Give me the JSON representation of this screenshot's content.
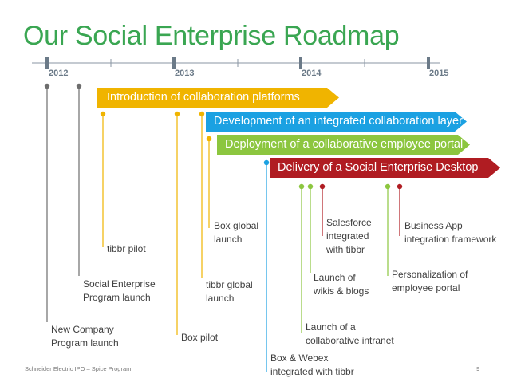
{
  "title": "Our Social Enterprise Roadmap",
  "years": [
    "2012",
    "2013",
    "2014",
    "2015"
  ],
  "banners": [
    "Introduction of collaboration platforms",
    "Development of an integrated collaboration layer",
    "Deployment of a collaborative employee portal",
    "Delivery of a Social Enterprise Desktop"
  ],
  "milestones": [
    {
      "lines": [
        "New Company",
        "Program launch"
      ],
      "color": "#6d6d6d"
    },
    {
      "lines": [
        "Social Enterprise",
        "Program launch"
      ],
      "color": "#6d6d6d"
    },
    {
      "lines": [
        "tibbr pilot"
      ],
      "color": "#f0b400"
    },
    {
      "lines": [
        "Box pilot"
      ],
      "color": "#f0b400"
    },
    {
      "lines": [
        "tibbr global",
        "launch"
      ],
      "color": "#f0b400"
    },
    {
      "lines": [
        "Box global",
        "launch"
      ],
      "color": "#f0b400"
    },
    {
      "lines": [
        "Box & Webex",
        "integrated with tibbr"
      ],
      "color": "#1ba1e2"
    },
    {
      "lines": [
        "Launch of a",
        "collaborative intranet"
      ],
      "color": "#8cc63f"
    },
    {
      "lines": [
        "Launch of",
        "wikis & blogs"
      ],
      "color": "#8cc63f"
    },
    {
      "lines": [
        "Salesforce",
        "integrated",
        "with tibbr"
      ],
      "color": "#b01c22"
    },
    {
      "lines": [
        "Personalization of",
        "employee portal"
      ],
      "color": "#8cc63f"
    },
    {
      "lines": [
        "Business App",
        "integration framework"
      ],
      "color": "#b01c22"
    }
  ],
  "footer": "Schneider Electric IPO – Spice Program",
  "page_number": "9",
  "colors": {
    "title": "#3aa652",
    "gray": "#6d6d6d",
    "yellow": "#f0b400",
    "blue": "#1ba1e2",
    "green": "#8cc63f",
    "red": "#b01c22"
  }
}
